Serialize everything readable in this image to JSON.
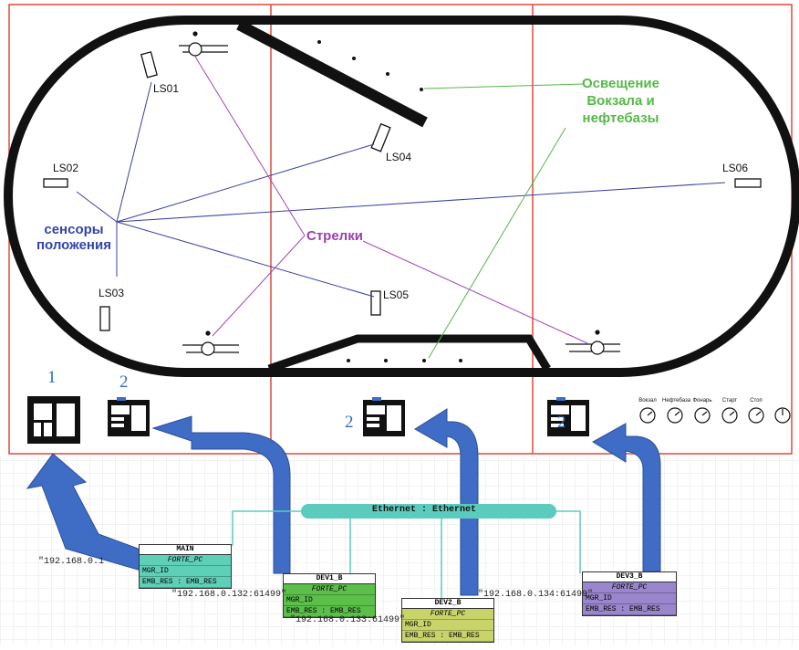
{
  "colors": {
    "track": "#111111",
    "frame": "#e0483c",
    "blue_line": "#3a3fa0",
    "purple_line": "#a046b8",
    "green_line": "#55b848",
    "arrow_fill": "#3f6cc4",
    "ethernet_bar": "#5bcbbd",
    "main_box": "#5fd0b8",
    "dev1_box": "#5bbf4a",
    "dev2_box": "#c8d46a",
    "dev3_box": "#9a86cc"
  },
  "sensors": [
    "LS01",
    "LS02",
    "LS03",
    "LS04",
    "LS05",
    "LS06"
  ],
  "labels": {
    "position_sensors": [
      "сенсоры",
      "положения"
    ],
    "switches": "Стрелки",
    "lighting": [
      "Освещение",
      "Вокзала и",
      "нефтебазы"
    ]
  },
  "controller_numbers": [
    "1",
    "2",
    "2",
    "2"
  ],
  "gauges": [
    "Вокзал",
    "Нефтебаза",
    "Фонарь",
    "Старт",
    "Стоп",
    ""
  ],
  "network": {
    "ethernet_label": "Ethernet : Ethernet",
    "devices": [
      {
        "name": "MAIN",
        "type": "FORTE_PC",
        "rows": [
          "MGR_ID",
          "EMB_RES : EMB_RES"
        ],
        "ip": "\"192.168.0.1"
      },
      {
        "name": "DEV1_B",
        "type": "FORTE_PC",
        "rows": [
          "MGR_ID",
          "EMB_RES : EMB_RES"
        ],
        "ip": "\"192.168.0.132:61499\""
      },
      {
        "name": "DEV2_B",
        "type": "FORTE_PC",
        "rows": [
          "MGR_ID",
          "EMB_RES : EMB_RES"
        ],
        "ip": "\"192.168.0.133:61499\""
      },
      {
        "name": "DEV3_B",
        "type": "FORTE_PC",
        "rows": [
          "MGR_ID",
          "EMB_RES : EMB_RES"
        ],
        "ip": "\"192.168.0.134:61499\""
      }
    ]
  }
}
